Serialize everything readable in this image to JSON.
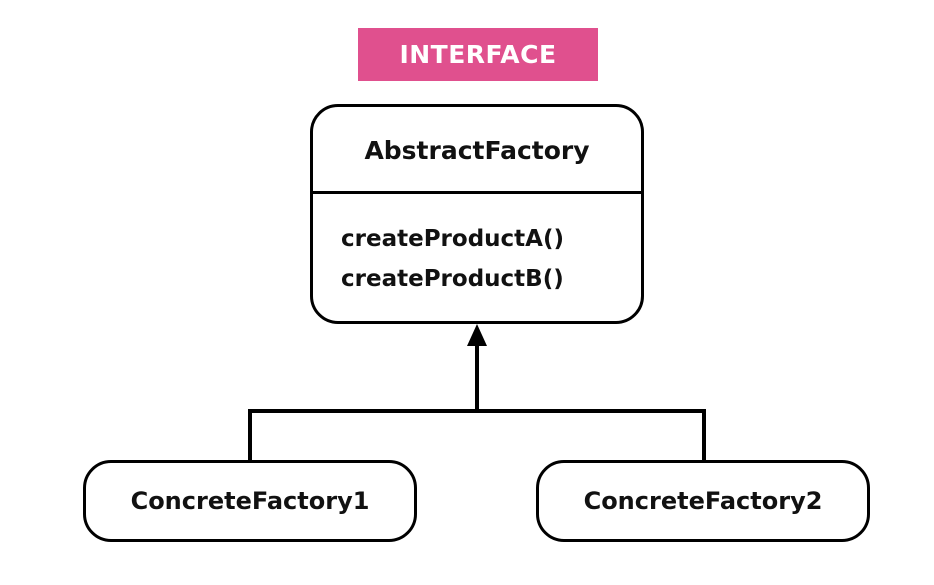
{
  "tag": {
    "label": "INTERFACE",
    "color": "#e0508e"
  },
  "interface_class": {
    "name": "AbstractFactory",
    "methods": [
      "createProductA()",
      "createProductB()"
    ]
  },
  "concrete_classes": [
    {
      "name": "ConcreteFactory1"
    },
    {
      "name": "ConcreteFactory2"
    }
  ],
  "relationship": {
    "type": "inheritance",
    "from": [
      "ConcreteFactory1",
      "ConcreteFactory2"
    ],
    "to": "AbstractFactory"
  }
}
